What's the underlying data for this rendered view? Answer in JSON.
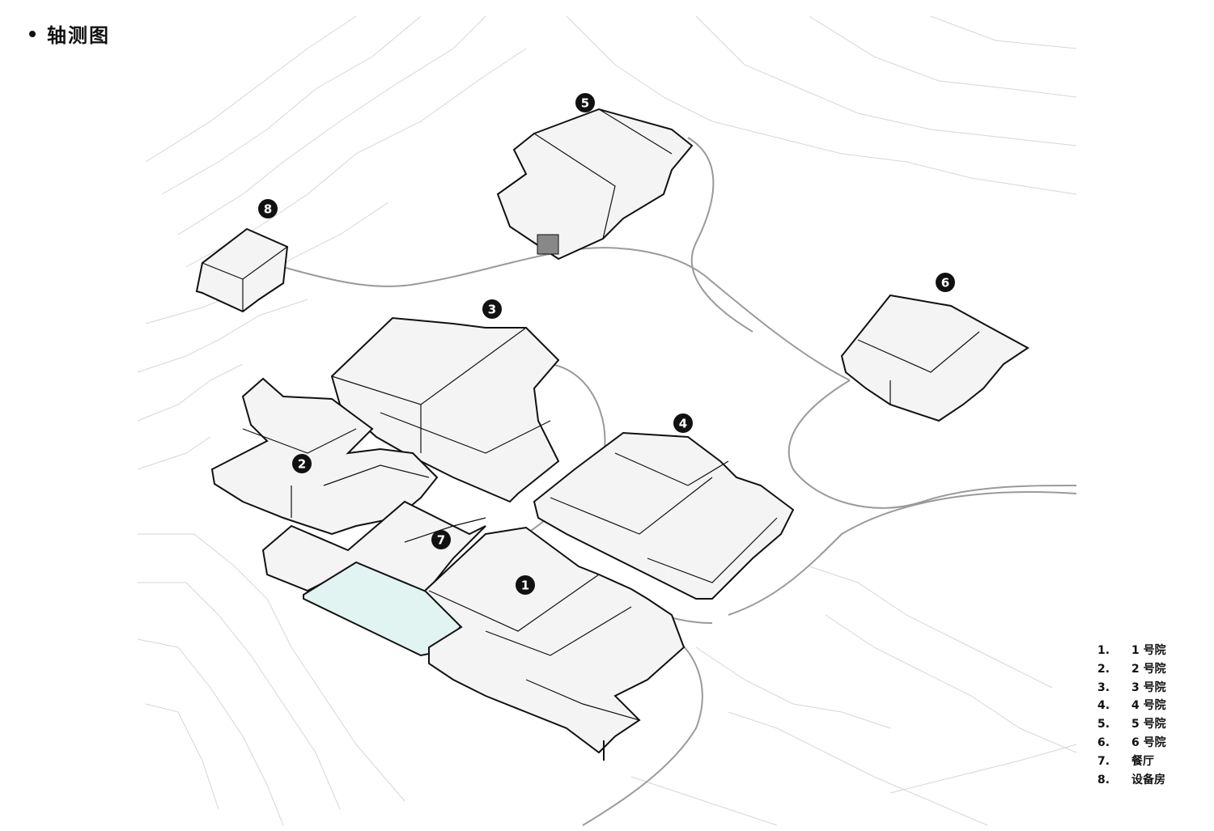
{
  "title": "轴测图",
  "markers": [
    "1",
    "2",
    "3",
    "4",
    "5",
    "6",
    "7",
    "8"
  ],
  "legend": [
    {
      "num": "1.",
      "label": "1 号院"
    },
    {
      "num": "2.",
      "label": "2 号院"
    },
    {
      "num": "3.",
      "label": "3 号院"
    },
    {
      "num": "4.",
      "label": "4 号院"
    },
    {
      "num": "5.",
      "label": "5 号院"
    },
    {
      "num": "6.",
      "label": "6 号院"
    },
    {
      "num": "7.",
      "label": "餐厅"
    },
    {
      "num": "8.",
      "label": "设备房"
    }
  ],
  "colors": {
    "ink": "#111111",
    "contour": "#d6d6d6",
    "roof": "#f4f4f4",
    "pool": "#e2f4f2",
    "path": "#9a9a9a"
  }
}
